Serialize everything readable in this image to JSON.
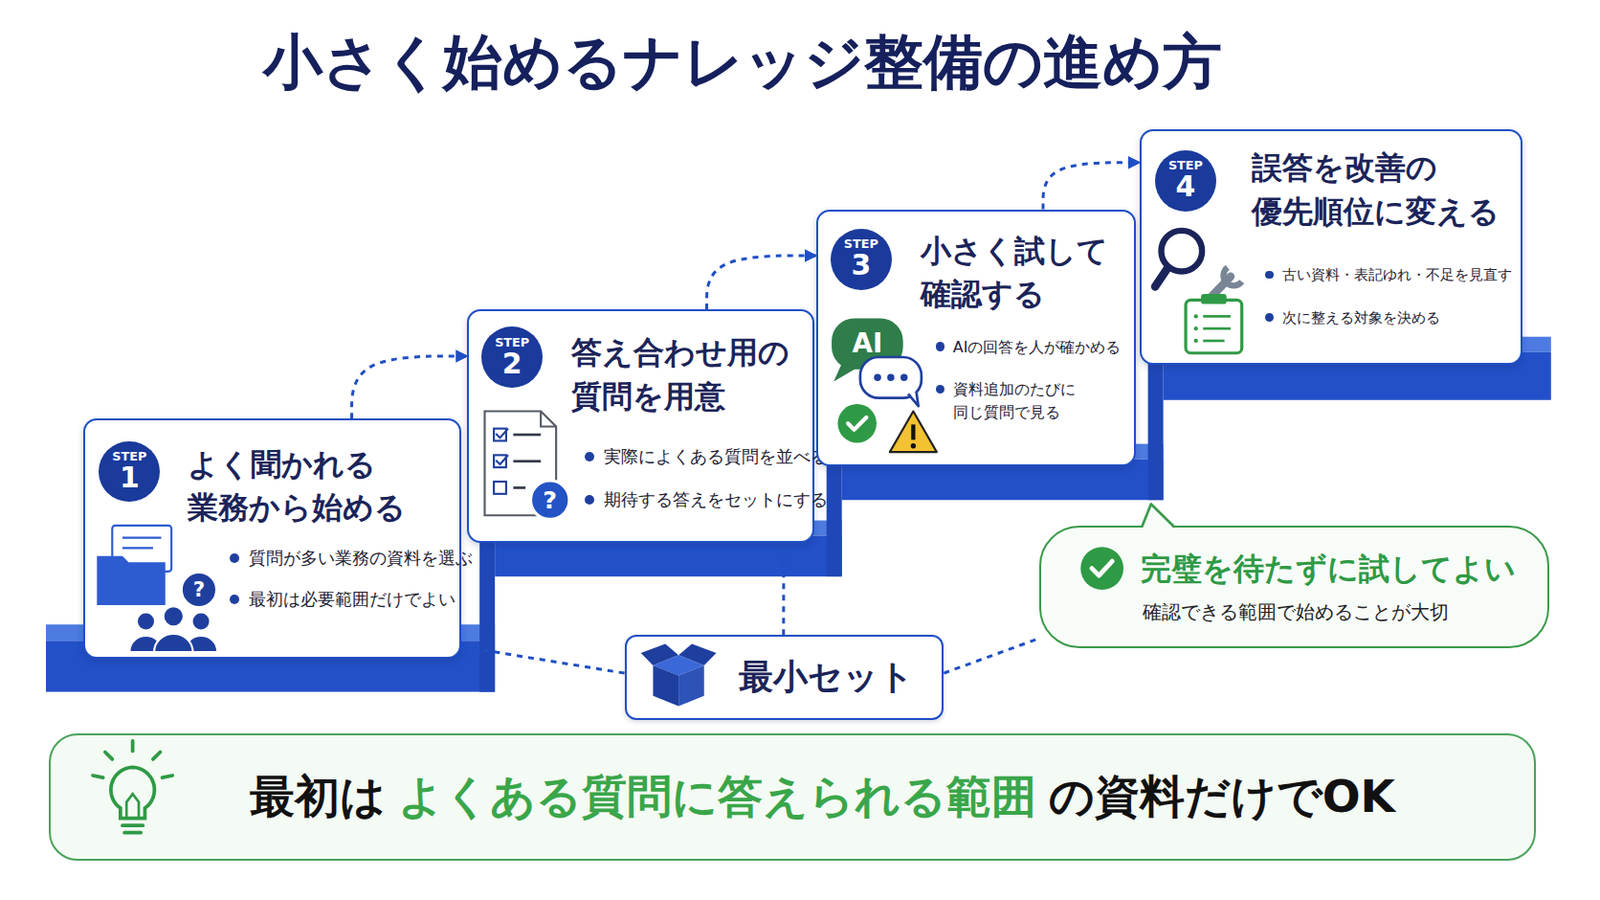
{
  "diagram": {
    "title": "小さく始めるナレッジ整備の進め方",
    "nodes": [
      {
        "text": [
          "よく聞かれる 業務から始める",
          "質問が多い業務の資料を選ぶ",
          "最初は必要範囲だけでよい"
        ]
      },
      {
        "text": [
          "STEP",
          "1"
        ],
        "in": 0
      },
      {
        "text": [
          "答え合わせ用の 質問を用意",
          "実際によくある質問を並べる",
          "期待する答えをセットにする"
        ]
      },
      {
        "text": [
          "STEP",
          "2"
        ],
        "in": 2
      },
      {
        "text": [
          "小さく試して 確認する",
          "AIの回答を人が確かめる",
          "資料追加のたびに 同じ質問で見る"
        ]
      },
      {
        "text": [
          "STEP",
          "3"
        ],
        "in": 4
      },
      {
        "text": [
          "誤答を改善の 優先順位に変える",
          "古い資料・表記ゆれ・不足を見直す",
          "次に整える対象を決める"
        ]
      },
      {
        "text": [
          "STEP",
          "4"
        ],
        "in": 6
      },
      {
        "text": [
          "最小セット"
        ]
      },
      {
        "text": [
          "完璧を待たずに試してよい",
          "確認できる範囲で始めることが大切"
        ]
      },
      {
        "text": [
          "最初は",
          "よくある質問に答えられる範囲",
          "の資料だけでOK"
        ]
      }
    ],
    "edges": [
      {
        "from": 0,
        "to": 2,
        "arrow": "to"
      },
      {
        "from": 2,
        "to": 4,
        "arrow": "to"
      },
      {
        "from": 4,
        "to": 6,
        "arrow": "to"
      },
      {
        "from": 8,
        "to": 0,
        "arrow": "none"
      },
      {
        "from": 8,
        "to": 2,
        "arrow": "none"
      },
      {
        "from": 8,
        "to": 9,
        "arrow": "none"
      }
    ],
    "labels": [
      "?",
      "?",
      "AI"
    ]
  }
}
